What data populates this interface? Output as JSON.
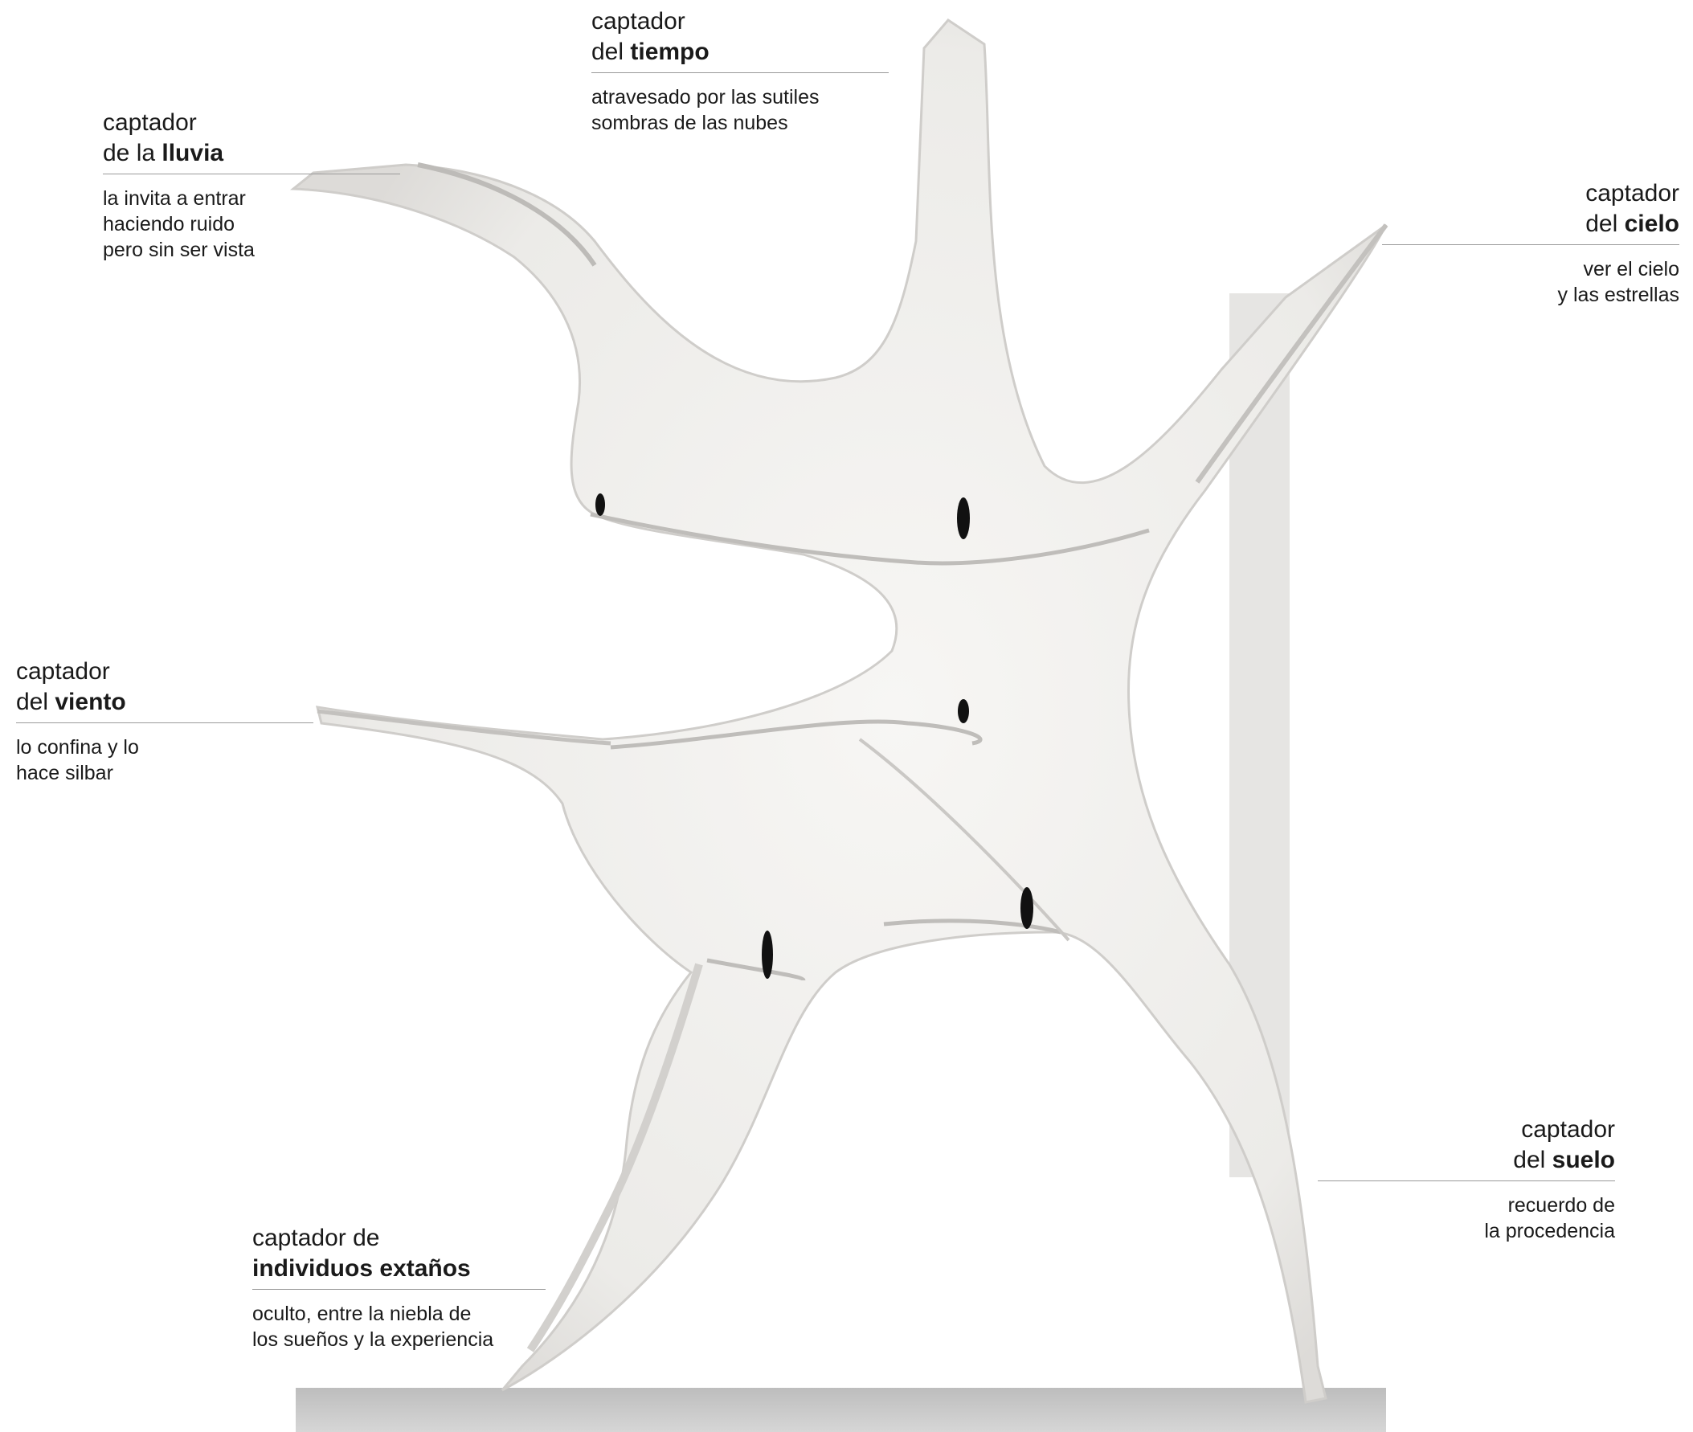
{
  "labels": {
    "tiempo": {
      "line1": "captador",
      "line2_pre": "del ",
      "line2_bold": "tiempo",
      "desc": "atravesado por las sutiles\nsombras de las nubes"
    },
    "lluvia": {
      "line1": "captador",
      "line2_pre": "de la ",
      "line2_bold": "lluvia",
      "desc": "la invita a entrar\nhaciendo ruido\npero sin ser vista"
    },
    "cielo": {
      "line1": "captador",
      "line2_pre": "del ",
      "line2_bold": "cielo",
      "desc": "ver el cielo\ny las estrellas"
    },
    "viento": {
      "line1": "captador",
      "line2_pre": "del ",
      "line2_bold": "viento",
      "desc": "lo confina y lo\nhace silbar"
    },
    "suelo": {
      "line1": "captador",
      "line2_pre": "del ",
      "line2_bold": "suelo",
      "desc": "recuerdo de\nla procedencia"
    },
    "individuos": {
      "line1": "captador de",
      "line2_pre": "",
      "line2_bold": "individuos extaños",
      "desc": "oculto, entre la niebla de\nlos sueños y la experiencia"
    }
  },
  "colors": {
    "surface": "#f2f1ef",
    "edge": "#cfcdca",
    "shadow": "#a9a7a4",
    "base": "#c9c9c9",
    "figure": "#111111",
    "rule": "#9a9a9a"
  }
}
